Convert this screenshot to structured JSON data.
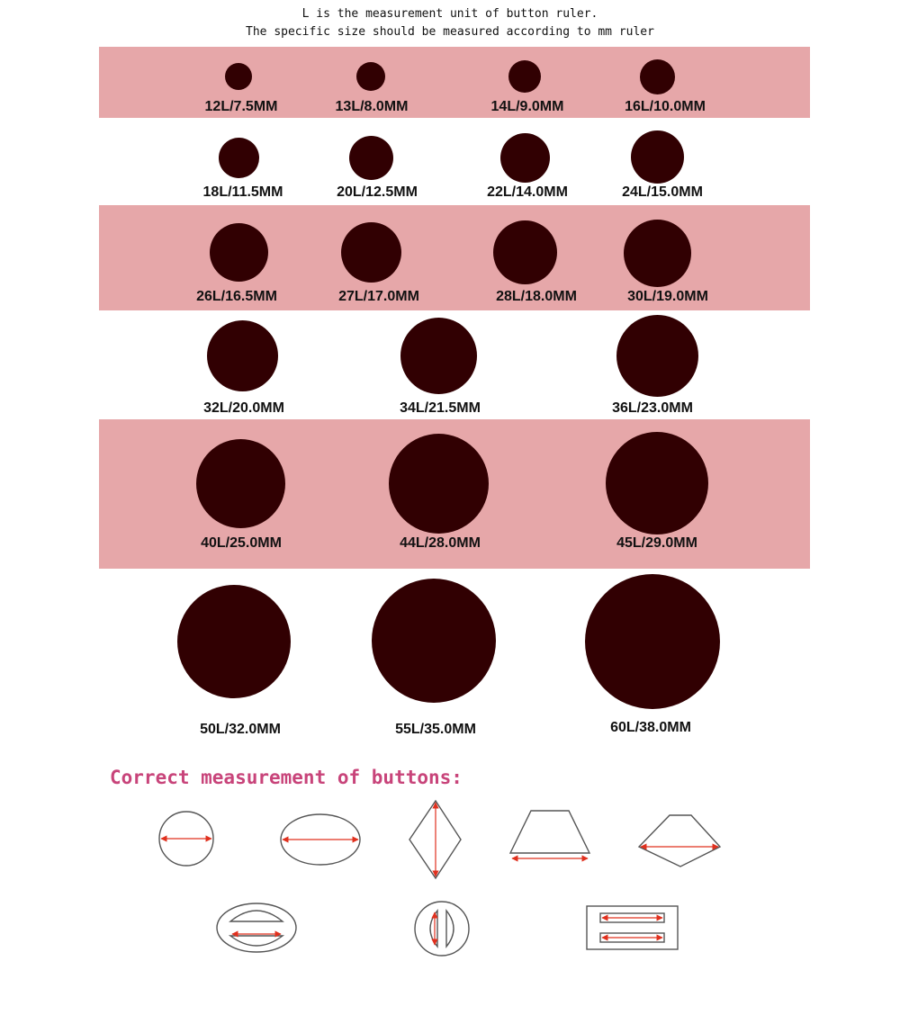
{
  "header": {
    "line1": "L is the measurement unit of button ruler.",
    "line2": "The specific size should be measured according to mm ruler"
  },
  "colors": {
    "band": "#e6a7a9",
    "button": "#310002",
    "title": "#c8447a",
    "arrow": "#e0301e"
  },
  "sizes": [
    {
      "label": "12L/7.5MM",
      "mm": 7.5
    },
    {
      "label": "13L/8.0MM",
      "mm": 8.0
    },
    {
      "label": "14L/9.0MM",
      "mm": 9.0
    },
    {
      "label": "16L/10.0MM",
      "mm": 10.0
    },
    {
      "label": "18L/11.5MM",
      "mm": 11.5
    },
    {
      "label": "20L/12.5MM",
      "mm": 12.5
    },
    {
      "label": "22L/14.0MM",
      "mm": 14.0
    },
    {
      "label": "24L/15.0MM",
      "mm": 15.0
    },
    {
      "label": "26L/16.5MM",
      "mm": 16.5
    },
    {
      "label": "27L/17.0MM",
      "mm": 17.0
    },
    {
      "label": "28L/18.0MM",
      "mm": 18.0
    },
    {
      "label": "30L/19.0MM",
      "mm": 19.0
    },
    {
      "label": "32L/20.0MM",
      "mm": 20.0
    },
    {
      "label": "34L/21.5MM",
      "mm": 21.5
    },
    {
      "label": "36L/23.0MM",
      "mm": 23.0
    },
    {
      "label": "40L/25.0MM",
      "mm": 25.0
    },
    {
      "label": "44L/28.0MM",
      "mm": 28.0
    },
    {
      "label": "45L/29.0MM",
      "mm": 29.0
    },
    {
      "label": "50L/32.0MM",
      "mm": 32.0
    },
    {
      "label": "55L/35.0MM",
      "mm": 35.0
    },
    {
      "label": "60L/38.0MM",
      "mm": 38.0
    }
  ],
  "measurement": {
    "title": "Correct measurement of buttons:",
    "shapes": [
      "round",
      "oval",
      "diamond",
      "trapezoid",
      "hexagon",
      "oval-slotted",
      "round-slotted",
      "rectangle-slotted"
    ]
  }
}
